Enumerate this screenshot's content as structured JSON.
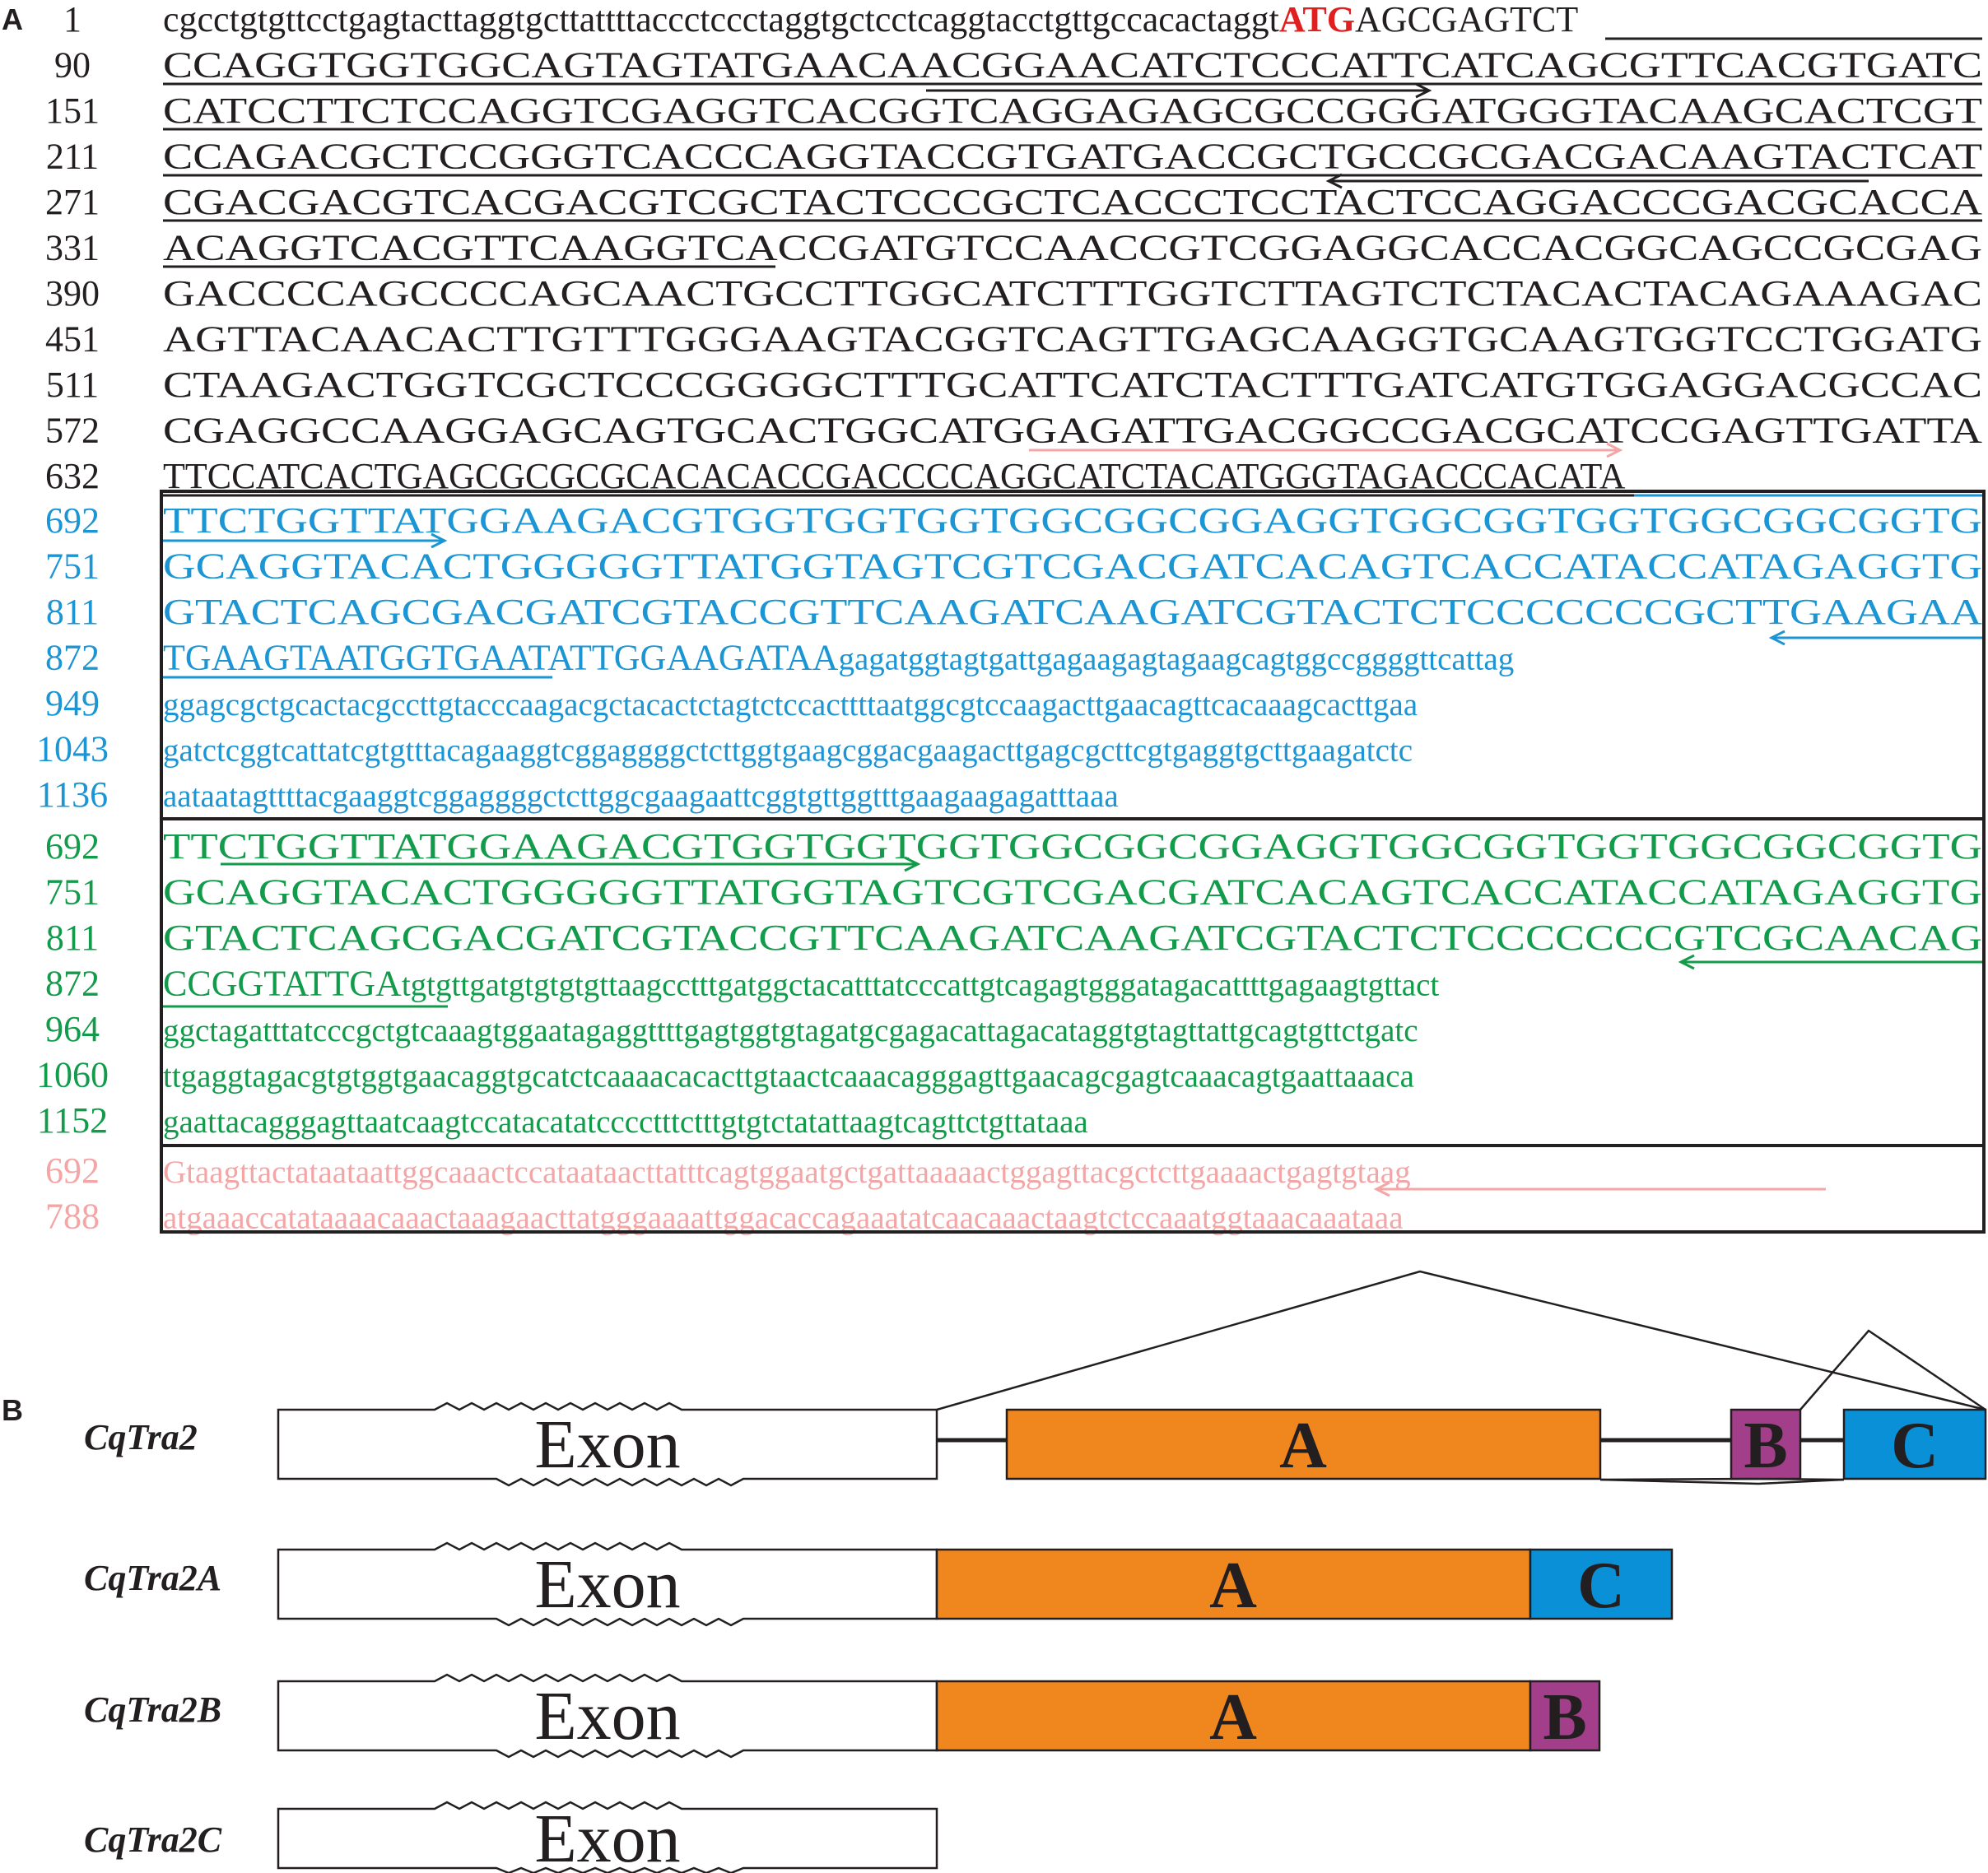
{
  "colors": {
    "black": "#231f20",
    "red": "#e02020",
    "blue": "#1b95d3",
    "green": "#129b4a",
    "pink": "#f4a6a6",
    "orange": "#f0871e",
    "purple": "#a33f8a",
    "cyan": "#0a90d6"
  },
  "panel_a": {
    "label": "A",
    "black_lines": [
      {
        "num": "1",
        "parts": [
          {
            "t": "cgcctgtgttcctgagtacttaggtgcttattttaccctccctaggtgctcctcaggtacctgttgccacactaggt",
            "c": "black"
          },
          {
            "t": "ATG",
            "c": "red",
            "b": true
          },
          {
            "t": "AGCGAGTCT",
            "c": "black"
          }
        ]
      },
      {
        "num": "90",
        "parts": [
          {
            "t": "CCAGGTGGTGGCAGTAGTATGAACAACGGAACATCTCCCATTCATCAGCGTTCACGTGATC",
            "c": "black"
          }
        ]
      },
      {
        "num": "151",
        "parts": [
          {
            "t": "CATCCTTCTCCAGGTCGAGGTCACGGTCAGGAGAGCGCCGGGATGGGTACAAGCACTCGT",
            "c": "black"
          }
        ]
      },
      {
        "num": "211",
        "parts": [
          {
            "t": "CCAGACGCTCCGGGTCACCCAGGTACCGTGATGACCGCTGCCGCGACGACAAGTACTCAT",
            "c": "black"
          }
        ]
      },
      {
        "num": "271",
        "parts": [
          {
            "t": "CGACGACGTCACGACGTCGCTACTCCCGCTCACCCTCCTACTCCAGGACCCGACGCACCA",
            "c": "black"
          }
        ]
      },
      {
        "num": "331",
        "parts": [
          {
            "t": "ACAGGTCACGTTCAAGGTCACCGATGTCCAACCGTCGGAGGCACCACGGCAGCCGCGAG",
            "c": "black"
          }
        ]
      },
      {
        "num": "390",
        "parts": [
          {
            "t": "GACCCCAGCCCCAGCAACTGCCTTGGCATCTTTGGTCTTAGTCTCTACACTACAGAAAGAC",
            "c": "black"
          }
        ]
      },
      {
        "num": "451",
        "parts": [
          {
            "t": "AGTTACAACACTTGTTTGGGAAGTACGGTCAGTTGAGCAAGGTGCAAGTGGTCCTGGATG",
            "c": "black"
          }
        ]
      },
      {
        "num": "511",
        "parts": [
          {
            "t": "CTAAGACTGGTCGCTCCCGGGGCTTTGCATTCATCTACTTTGATCATGTGGAGGACGCCAC",
            "c": "black"
          }
        ]
      },
      {
        "num": "572",
        "parts": [
          {
            "t": "CGAGGCCAAGGAGCAGTGCACTGGCATGGAGATTGACGGCCGACGCATCCGAGTTGATTA",
            "c": "black"
          }
        ]
      },
      {
        "num": "632",
        "parts": [
          {
            "t": "TTCCATCACTGAGCGCGCGCACACACCGACCCCAGGCATCTACATGGGTAGACCCACATA",
            "c": "black"
          }
        ]
      }
    ],
    "blue_lines": [
      {
        "num": "692",
        "parts": [
          {
            "t": "TTCTGGTTATGGAAGACGTGGTGGTGGTGGCGGCGGAGGTGGCGGTGGTGGCGGCGGTG",
            "c": "blue"
          }
        ]
      },
      {
        "num": "751",
        "parts": [
          {
            "t": "GCAGGTACACTGGGGGTTATGGTAGTCGTCGACGATCACAGTCACCATACCATAGAGGTG",
            "c": "blue"
          }
        ]
      },
      {
        "num": "811",
        "parts": [
          {
            "t": "GTACTCAGCGACGATCGTACCGTTCAAGATCAAGATCGTACTCTCCCCCCCGCTTGAAGAA",
            "c": "blue"
          }
        ]
      },
      {
        "num": "872",
        "parts": [
          {
            "t": "TGAAGTAATGGTGAATATTGGAAGATAA",
            "c": "blue"
          },
          {
            "t": "gagatggtagtgattgagaagagtagaagcagtggccggggttcattag",
            "c": "blue",
            "sm": true
          }
        ]
      },
      {
        "num": "949",
        "parts": [
          {
            "t": "ggagcgctgcactacgccttgtacccaagacgctacactctagtctccacttttaatggcgtccaagacttgaacagttcacaaagcacttgaa",
            "c": "blue",
            "sm": true
          }
        ]
      },
      {
        "num": "1043",
        "parts": [
          {
            "t": "gatctcggtcattatcgtgtttacagaaggtcggaggggctcttggtgaagcggacgaagacttgagcgcttcgtgaggtgcttgaagatctc",
            "c": "blue",
            "sm": true
          }
        ]
      },
      {
        "num": "1136",
        "parts": [
          {
            "t": "aataatagttttacgaaggtcggaggggctcttggcgaagaattcggtgttggtttgaagaagagatttaaa",
            "c": "blue",
            "sm": true
          }
        ]
      }
    ],
    "green_lines": [
      {
        "num": "692",
        "parts": [
          {
            "t": "TTCTGGTTATGGAAGACGTGGTGGTGGTGGCGGCGGAGGTGGCGGTGGTGGCGGCGGTG",
            "c": "green"
          }
        ]
      },
      {
        "num": "751",
        "parts": [
          {
            "t": "GCAGGTACACTGGGGGTTATGGTAGTCGTCGACGATCACAGTCACCATACCATAGAGGTG",
            "c": "green"
          }
        ]
      },
      {
        "num": "811",
        "parts": [
          {
            "t": "GTACTCAGCGACGATCGTACCGTTCAAGATCAAGATCGTACTCTCCCCCCCGTCGCAACAG",
            "c": "green"
          }
        ]
      },
      {
        "num": "872",
        "parts": [
          {
            "t": "CCGGTATTGA",
            "c": "green"
          },
          {
            "t": "tgtgttgatgtgtgtgttaagcctttgatggctacatttatcccattgtcagagtgggatagacattttgagaagtgttact",
            "c": "green",
            "sm": true
          }
        ]
      },
      {
        "num": "964",
        "parts": [
          {
            "t": "ggctagatttatcccgctgtcaaagtggaatagaggttttgagtggtgtagatgcgagacattagacataggtgtagttattgcagtgttctgatc",
            "c": "green",
            "sm": true
          }
        ]
      },
      {
        "num": "1060",
        "parts": [
          {
            "t": "ttgaggtagacgtgtggtgaacaggtgcatctcaaaacacacttgtaactcaaacagggagttgaacagcgagtcaaacagtgaattaaaca",
            "c": "green",
            "sm": true
          }
        ]
      },
      {
        "num": "1152",
        "parts": [
          {
            "t": "gaattacagggagttaatcaagtccatacatatcccctttctttgtgtctatattaagtcagttctgttataaa",
            "c": "green",
            "sm": true
          }
        ]
      }
    ],
    "pink_lines": [
      {
        "num": "692",
        "parts": [
          {
            "t": "Gtaagttactataataattggcaaactccataataacttatttcagtggaatgctgattaaaaactggagttacgctcttgaaaactgagtgtaag",
            "c": "pink",
            "sm": true
          }
        ]
      },
      {
        "num": "788",
        "parts": [
          {
            "t": "atgaaaccatataaaacaaactaaagaacttatgggaaaattggacaccagaaatatcaacaaactaagtctccaaatggtaaacaaataaa",
            "c": "pink",
            "sm": true
          }
        ]
      }
    ]
  },
  "panel_b": {
    "label": "B",
    "exon_label": "Exon",
    "block_a": "A",
    "block_b": "B",
    "block_c": "C",
    "genes": [
      "CqTra2",
      "CqTra2A",
      "CqTra2B",
      "CqTra2C"
    ]
  }
}
